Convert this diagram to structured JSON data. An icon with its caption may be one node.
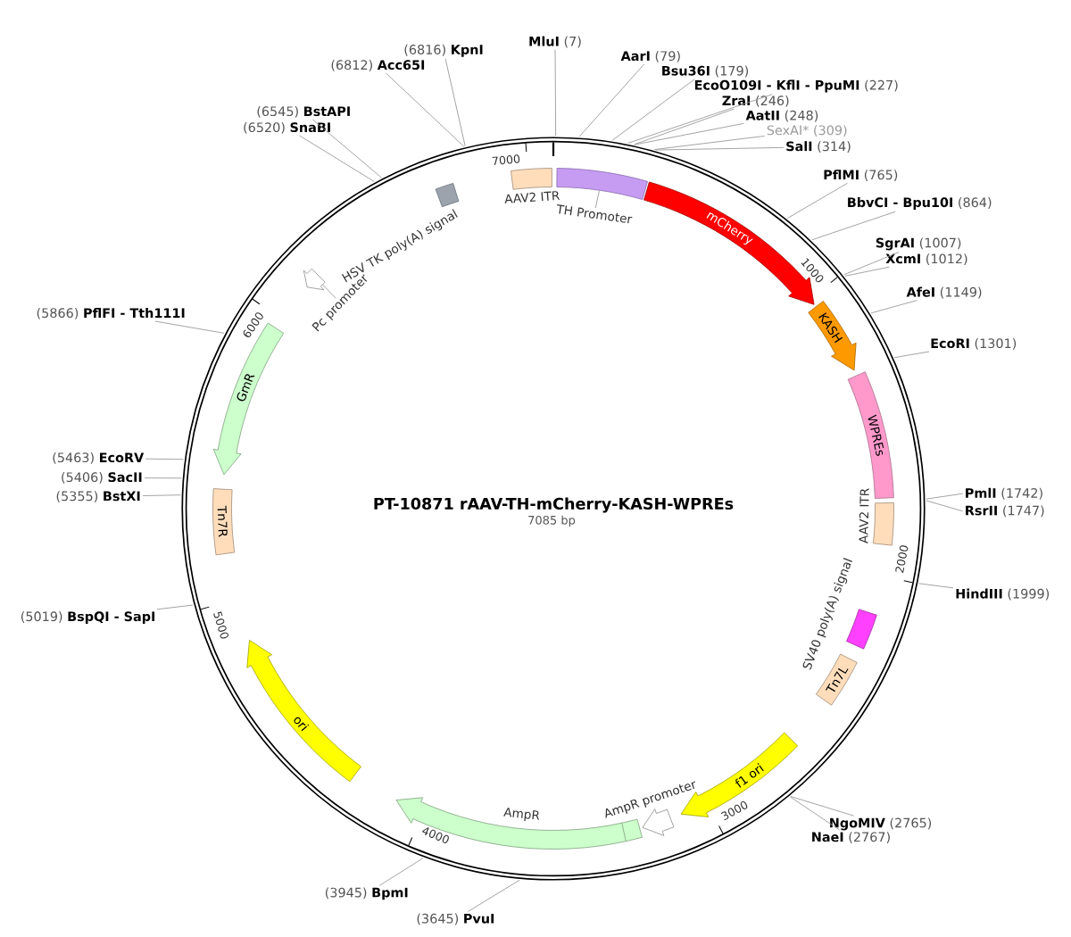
{
  "diagram": {
    "title": "PT-10871 rAAV-TH-mCherry-KASH-WPREs",
    "nodes": [
      {
        "text": [
          "AAV2 ITR"
        ]
      },
      {
        "text": [],
        "shape": "bar"
      },
      {
        "text": [
          "TH Promoter"
        ]
      },
      {
        "text": [
          "mCherry"
        ]
      },
      {
        "text": [
          "KASH"
        ]
      },
      {
        "text": [
          "WPREs"
        ]
      },
      {
        "text": [
          "AAV2 ITR"
        ]
      },
      {
        "text": [
          "SV40 poly(A) signal"
        ]
      },
      {
        "text": [
          "Tn7L"
        ]
      },
      {
        "text": [
          "f1 ori"
        ]
      },
      {
        "text": [
          "AmpR promoter"
        ]
      },
      {
        "text": [
          "AmpR"
        ]
      },
      {
        "text": [
          "ori"
        ]
      },
      {
        "text": [
          "Tn7R"
        ]
      },
      {
        "text": [
          "GmR"
        ]
      },
      {
        "text": [],
        "shape": "arrow"
      },
      {
        "text": [
          "Pc promoter"
        ]
      },
      {
        "text": [
          "HSV TK poly(A) signal"
        ]
      },
      {
        "text": [
          "**MluI** (7)"
        ]
      },
      {
        "text": [
          "**AarI** (79)"
        ]
      },
      {
        "text": [
          "**Bsu36I** (179)"
        ]
      },
      {
        "text": [
          "**EcoO109I - KflI - PpuMI** (227)"
        ]
      },
      {
        "text": [
          "**ZraI** (246)"
        ]
      },
      {
        "text": [
          "**AatII** (248)"
        ]
      },
      {
        "text": [
          "SexAI* (309)"
        ]
      },
      {
        "text": [
          "**SalI** (314)"
        ]
      },
      {
        "text": [
          "**PflMI** (765)"
        ]
      },
      {
        "text": [
          "**BbvCI - Bpu10I** (864)"
        ]
      },
      {
        "text": [
          "**SgrAI** (1007)"
        ]
      },
      {
        "text": [
          "**XcmI** (1012)"
        ]
      },
      {
        "text": [
          "**AfeI** (1149)"
        ]
      },
      {
        "text": [
          "**EcoRI** (1301)"
        ]
      },
      {
        "text": [
          "**PmlI** (1742)"
        ]
      },
      {
        "text": [
          "**RsrII** (1747)"
        ]
      },
      {
        "text": [
          "**HindIII** (1999)"
        ]
      },
      {
        "text": [
          "**NgoMIV** (2765)"
        ]
      },
      {
        "text": [
          "**NaeI** (2767)"
        ]
      },
      {
        "text": [
          "(3645) **PvuI**"
        ]
      },
      {
        "text": [
          "(3945) **BpmI**"
        ]
      },
      {
        "text": [
          "(5019) **BspQI - SapI**"
        ]
      },
      {
        "text": [
          "(5355) **BstXI**"
        ]
      },
      {
        "text": [
          "(5406) **SacII**"
        ]
      },
      {
        "text": [
          "(5463) **EcoRV**"
        ]
      },
      {
        "text": [
          "(5866) **PflFI - Tth111I**"
        ]
      },
      {
        "text": [
          "(6520) **SnaBI**"
        ]
      },
      {
        "text": [
          "(6545) **BstAPI**"
        ]
      },
      {
        "text": [
          "(6812) **Acc65I**"
        ]
      },
      {
        "text": [
          "(6816) **KpnI**"
        ]
      }
    ],
    "edges": [
      {
        "from": 2,
        "to": 1,
        "arrow": "none"
      },
      {
        "from": 16,
        "to": 15,
        "arrow": "none"
      },
      {
        "from": 18,
        "to": null,
        "arrow": "none"
      },
      {
        "from": 19,
        "to": null,
        "arrow": "none"
      },
      {
        "from": 20,
        "to": null,
        "arrow": "none"
      },
      {
        "from": 21,
        "to": null,
        "arrow": "none"
      },
      {
        "from": 22,
        "to": null,
        "arrow": "none"
      },
      {
        "from": 23,
        "to": null,
        "arrow": "none"
      },
      {
        "from": 24,
        "to": null,
        "arrow": "none"
      },
      {
        "from": 25,
        "to": null,
        "arrow": "none"
      },
      {
        "from": 26,
        "to": null,
        "arrow": "none"
      },
      {
        "from": 27,
        "to": null,
        "arrow": "none"
      },
      {
        "from": 28,
        "to": null,
        "arrow": "none"
      },
      {
        "from": 29,
        "to": null,
        "arrow": "none"
      },
      {
        "from": 30,
        "to": null,
        "arrow": "none"
      },
      {
        "from": 31,
        "to": null,
        "arrow": "none"
      },
      {
        "from": 32,
        "to": null,
        "arrow": "none"
      },
      {
        "from": 33,
        "to": null,
        "arrow": "none"
      },
      {
        "from": 34,
        "to": null,
        "arrow": "none"
      },
      {
        "from": 35,
        "to": null,
        "arrow": "none"
      },
      {
        "from": 36,
        "to": null,
        "arrow": "none"
      },
      {
        "from": 37,
        "to": null,
        "arrow": "none"
      },
      {
        "from": 38,
        "to": null,
        "arrow": "none"
      },
      {
        "from": 39,
        "to": null,
        "arrow": "none"
      },
      {
        "from": 40,
        "to": null,
        "arrow": "none"
      },
      {
        "from": 41,
        "to": null,
        "arrow": "none"
      },
      {
        "from": 42,
        "to": null,
        "arrow": "none"
      },
      {
        "from": 43,
        "to": null,
        "arrow": "none"
      },
      {
        "from": 44,
        "to": null,
        "arrow": "none"
      },
      {
        "from": 45,
        "to": null,
        "arrow": "none"
      },
      {
        "from": 46,
        "to": null,
        "arrow": "none"
      },
      {
        "from": 47,
        "to": null,
        "arrow": "none"
      }
    ],
    "labels": [
      "7085 bp",
      "1000",
      "2000",
      "3000",
      "4000",
      "5000",
      "6000",
      "7000"
    ]
  }
}
